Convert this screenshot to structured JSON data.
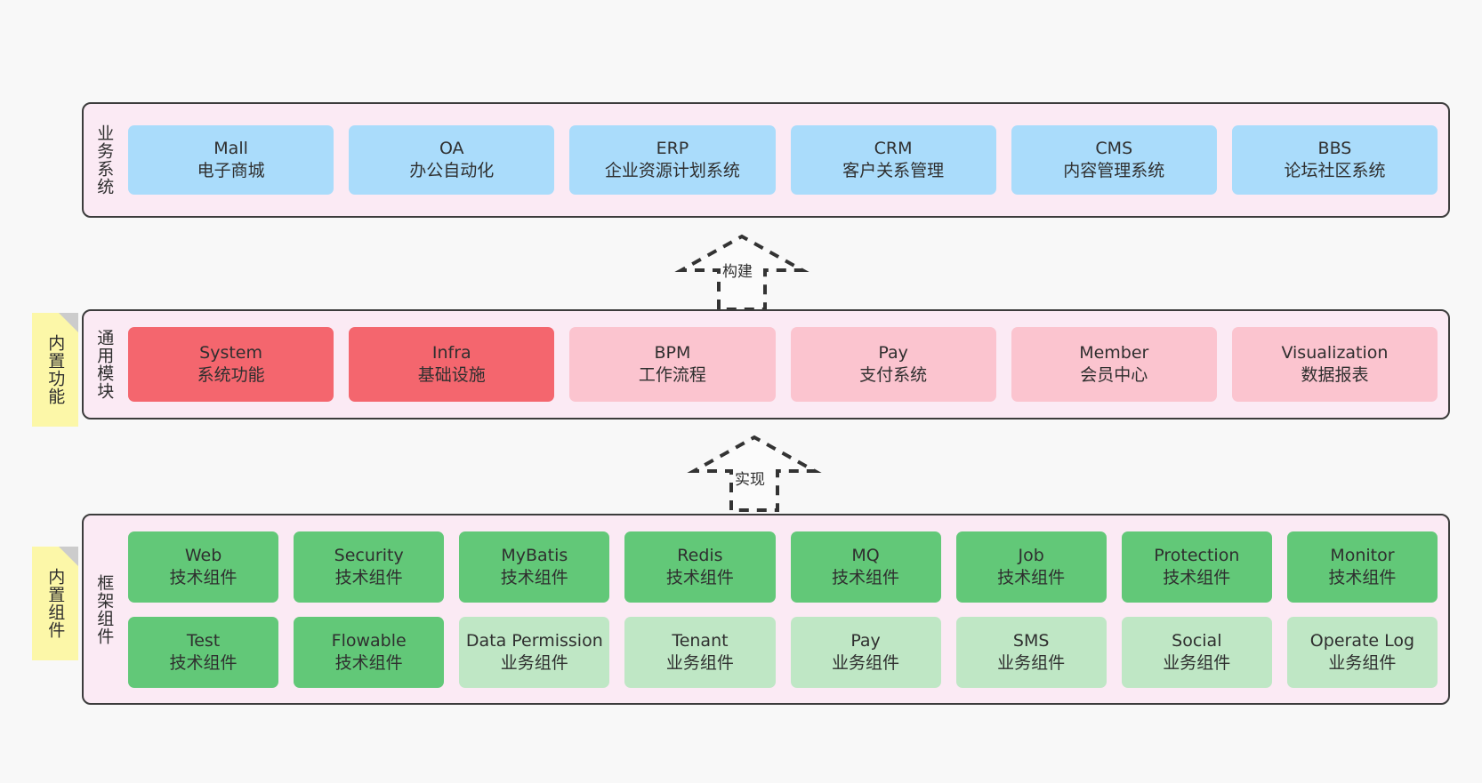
{
  "diagram": {
    "background_color": "#f8f8f8",
    "layer_fill": "#fbeaf4",
    "layer_border": "#3c3c3c",
    "note_fill": "#fcf7a8"
  },
  "business_layer": {
    "title": "业务系统",
    "card_color": "#aadcfb",
    "cards": [
      {
        "name": "Mall",
        "desc": "电子商城"
      },
      {
        "name": "OA",
        "desc": "办公自动化"
      },
      {
        "name": "ERP",
        "desc": "企业资源计划系统"
      },
      {
        "name": "CRM",
        "desc": "客户关系管理"
      },
      {
        "name": "CMS",
        "desc": "内容管理系统"
      },
      {
        "name": "BBS",
        "desc": "论坛社区系统"
      }
    ]
  },
  "arrow_build": {
    "label": "构建"
  },
  "module_layer": {
    "title": "通用模块",
    "note": "内置功能",
    "primary_color": "#f4666e",
    "secondary_color": "#fbc4cf",
    "cards": [
      {
        "name": "System",
        "desc": "系统功能",
        "tone": "primary"
      },
      {
        "name": "Infra",
        "desc": "基础设施",
        "tone": "primary"
      },
      {
        "name": "BPM",
        "desc": "工作流程",
        "tone": "secondary"
      },
      {
        "name": "Pay",
        "desc": "支付系统",
        "tone": "secondary"
      },
      {
        "name": "Member",
        "desc": "会员中心",
        "tone": "secondary"
      },
      {
        "name": "Visualization",
        "desc": "数据报表",
        "tone": "secondary"
      }
    ]
  },
  "arrow_impl": {
    "label": "实现"
  },
  "framework_layer": {
    "title": "框架组件",
    "note": "内置组件",
    "tech_color": "#62c878",
    "biz_color": "#bfe7c5",
    "row1": [
      {
        "name": "Web",
        "desc": "技术组件",
        "tone": "tech"
      },
      {
        "name": "Security",
        "desc": "技术组件",
        "tone": "tech"
      },
      {
        "name": "MyBatis",
        "desc": "技术组件",
        "tone": "tech"
      },
      {
        "name": "Redis",
        "desc": "技术组件",
        "tone": "tech"
      },
      {
        "name": "MQ",
        "desc": "技术组件",
        "tone": "tech"
      },
      {
        "name": "Job",
        "desc": "技术组件",
        "tone": "tech"
      },
      {
        "name": "Protection",
        "desc": "技术组件",
        "tone": "tech"
      },
      {
        "name": "Monitor",
        "desc": "技术组件",
        "tone": "tech"
      }
    ],
    "row2": [
      {
        "name": "Test",
        "desc": "技术组件",
        "tone": "tech"
      },
      {
        "name": "Flowable",
        "desc": "技术组件",
        "tone": "tech"
      },
      {
        "name": "Data Permission",
        "desc": "业务组件",
        "tone": "biz"
      },
      {
        "name": "Tenant",
        "desc": "业务组件",
        "tone": "biz"
      },
      {
        "name": "Pay",
        "desc": "业务组件",
        "tone": "biz"
      },
      {
        "name": "SMS",
        "desc": "业务组件",
        "tone": "biz"
      },
      {
        "name": "Social",
        "desc": "业务组件",
        "tone": "biz"
      },
      {
        "name": "Operate Log",
        "desc": "业务组件",
        "tone": "biz"
      }
    ]
  }
}
